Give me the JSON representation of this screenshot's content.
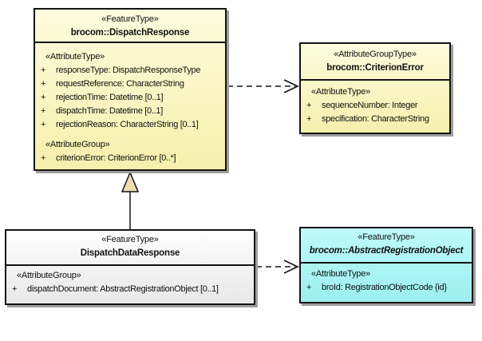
{
  "diagram": {
    "type": "uml-class-diagram",
    "colors": {
      "feature_type_fill": "#F9F3C0",
      "plain_class_fill": "#F2F2F2",
      "abstract_class_fill": "#AEF3F3",
      "border": "#141414",
      "shadow": "#9E9E9E",
      "generalization_triangle_fill": "#F0DCB0"
    },
    "classes": [
      {
        "stereotype": "«FeatureType»",
        "name": "brocom::DispatchResponse",
        "sections": [
          {
            "label": "«AttributeType»",
            "attributes": [
              {
                "visibility": "+",
                "text": "responseType: DispatchResponseType"
              },
              {
                "visibility": "+",
                "text": "requestReference: CharacterString"
              },
              {
                "visibility": "+",
                "text": "rejectionTime: Datetime [0..1]"
              },
              {
                "visibility": "+",
                "text": "dispatchTime: Datetime [0..1]"
              },
              {
                "visibility": "+",
                "text": "rejectionReason: CharacterString [0..1]"
              }
            ]
          },
          {
            "label": "«AttributeGroup»",
            "attributes": [
              {
                "visibility": "+",
                "text": "criterionError: CriterionError [0..*]"
              }
            ]
          }
        ]
      },
      {
        "stereotype": "«AttributeGroupType»",
        "name": "brocom::CriterionError",
        "sections": [
          {
            "label": "«AttributeType»",
            "attributes": [
              {
                "visibility": "+",
                "text": "sequenceNumber: Integer"
              },
              {
                "visibility": "+",
                "text": "specification: CharacterString"
              }
            ]
          }
        ]
      },
      {
        "stereotype": "«FeatureType»",
        "name": "DispatchDataResponse",
        "sections": [
          {
            "label": "«AttributeGroup»",
            "attributes": [
              {
                "visibility": "+",
                "text": "dispatchDocument: AbstractRegistrationObject [0..1]"
              }
            ]
          }
        ]
      },
      {
        "stereotype": "«FeatureType»",
        "name": "brocom::AbstractRegistrationObject",
        "sections": [
          {
            "label": "«AttributeType»",
            "attributes": [
              {
                "visibility": "+",
                "text": "broId: RegistrationObjectCode {id}"
              }
            ]
          }
        ]
      }
    ],
    "connectors": [
      {
        "type": "generalization",
        "from": "DispatchDataResponse",
        "to": "brocom::DispatchResponse",
        "line": "solid",
        "arrowhead": "triangle"
      },
      {
        "type": "dependency",
        "from": "brocom::DispatchResponse",
        "to": "brocom::CriterionError",
        "line": "dashed",
        "arrowhead": "open"
      },
      {
        "type": "dependency",
        "from": "DispatchDataResponse",
        "to": "brocom::AbstractRegistrationObject",
        "line": "dashed",
        "arrowhead": "open"
      }
    ]
  }
}
